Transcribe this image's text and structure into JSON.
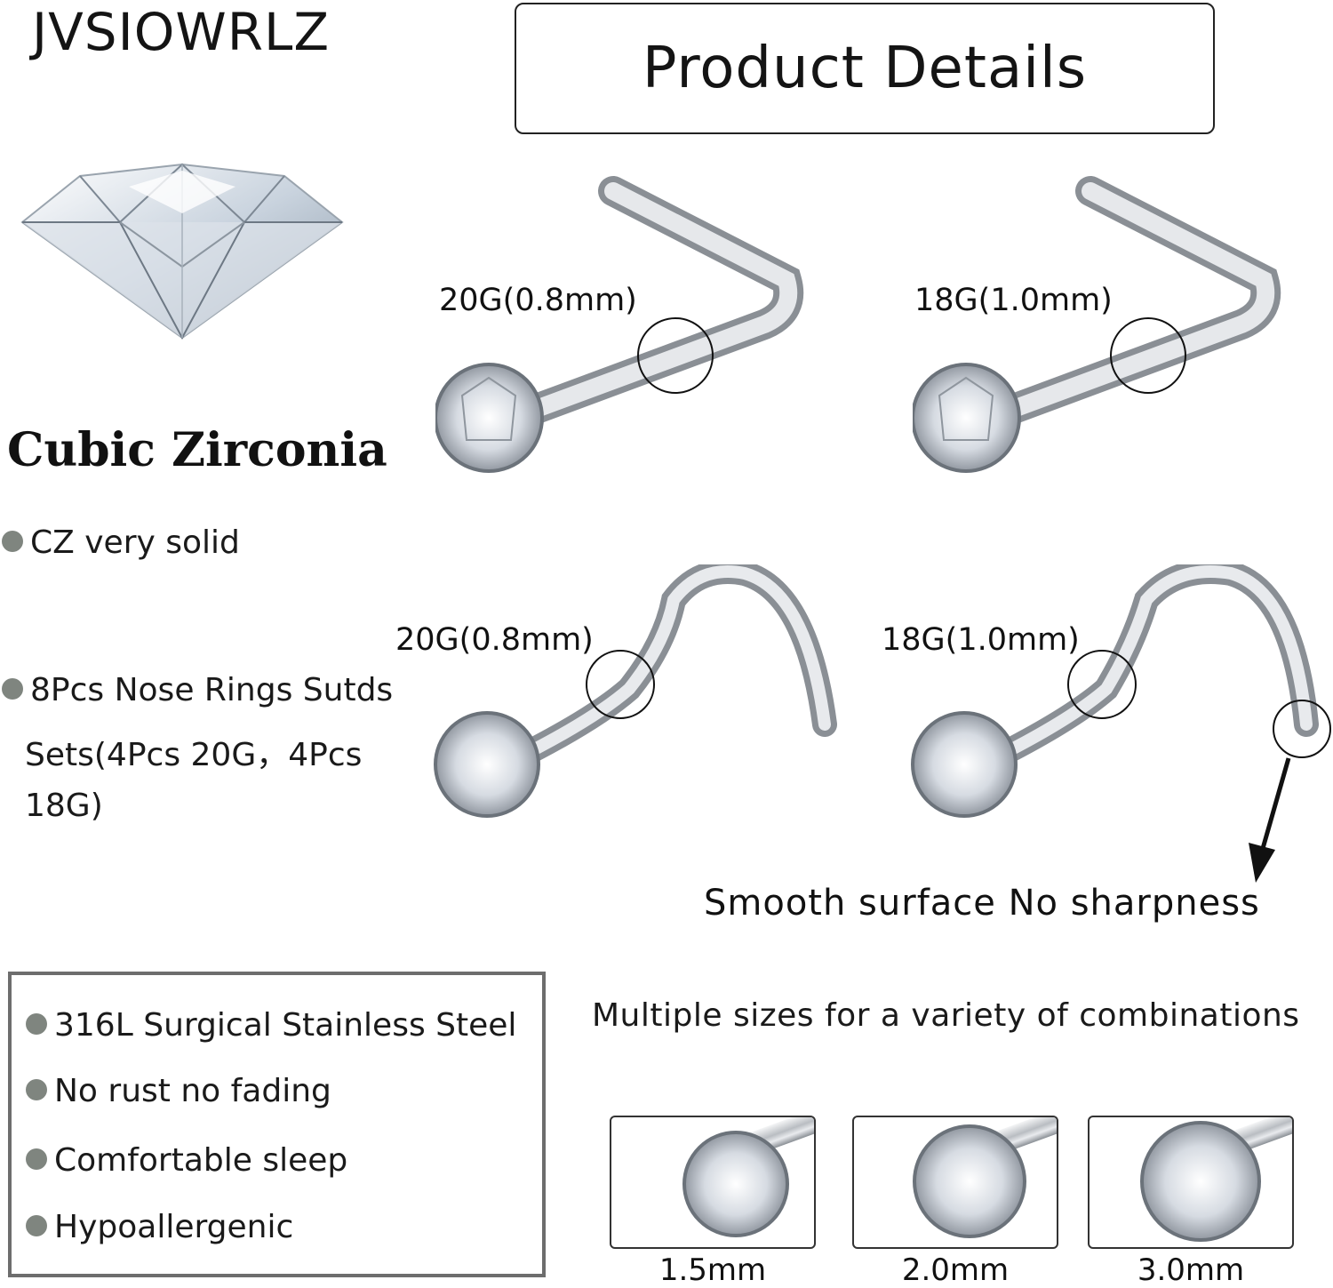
{
  "brand": "JVSIOWRLZ",
  "header": {
    "title": "Product Details"
  },
  "gem": {
    "icon": "diamond-icon",
    "caption": "Cubic Zirconia"
  },
  "features": {
    "cz": "CZ very solid",
    "set_line1": "8Pcs Nose Rings Sutds",
    "set_line2": "Sets(4Pcs 20G，4Pcs",
    "set_line3": "18G)"
  },
  "products": {
    "l_shape_left_gauge": "20G(0.8mm)",
    "l_shape_right_gauge": "18G(1.0mm)",
    "screw_left_gauge": "20G(0.8mm)",
    "screw_right_gauge": "18G(1.0mm)",
    "smooth_note": "Smooth surface No sharpness"
  },
  "material": {
    "items": [
      "316L Surgical Stainless Steel",
      "No rust no fading",
      "Comfortable sleep",
      "Hypoallergenic"
    ]
  },
  "sizes": {
    "title": "Multiple sizes for a variety of combinations",
    "options": [
      "1.5mm",
      "2.0mm",
      "3.0mm"
    ]
  },
  "colors": {
    "bullet": "#7f857f",
    "metal": "#c8ccd0",
    "border": "#6d6d6d"
  }
}
